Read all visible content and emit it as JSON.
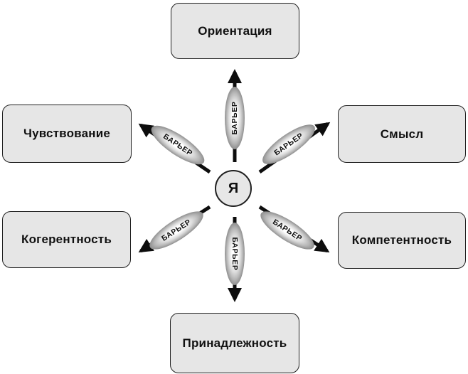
{
  "diagram": {
    "type": "radial-needs-barriers-diagram",
    "center": {
      "label": "Я"
    },
    "nodes": [
      {
        "id": "orientation",
        "label": "Ориентация",
        "position": "top"
      },
      {
        "id": "meaning",
        "label": "Смысл",
        "position": "upper-right"
      },
      {
        "id": "competence",
        "label": "Компетентность",
        "position": "lower-right"
      },
      {
        "id": "belonging",
        "label": "Принадлежность",
        "position": "bottom"
      },
      {
        "id": "coherence",
        "label": "Когерентность",
        "position": "lower-left"
      },
      {
        "id": "feeling",
        "label": "Чувствование",
        "position": "upper-left"
      }
    ],
    "barriers": [
      {
        "on_arrow_to": "orientation",
        "label": "БАРЬЕР"
      },
      {
        "on_arrow_to": "meaning",
        "label": "БАРЬЕР"
      },
      {
        "on_arrow_to": "competence",
        "label": "БАРЬЕР"
      },
      {
        "on_arrow_to": "belonging",
        "label": "БАРЬЕР"
      },
      {
        "on_arrow_to": "coherence",
        "label": "БАРЬЕР"
      },
      {
        "on_arrow_to": "feeling",
        "label": "БАРЬЕР"
      }
    ],
    "colors": {
      "background": "#ffffff",
      "box_fill": "#e6e6e6",
      "box_border": "#1f1f1f",
      "text": "#111111",
      "arrow": "#0d0d0d",
      "pill_highlight": "#ffffff",
      "pill_shade": "#8e8e8e"
    }
  }
}
